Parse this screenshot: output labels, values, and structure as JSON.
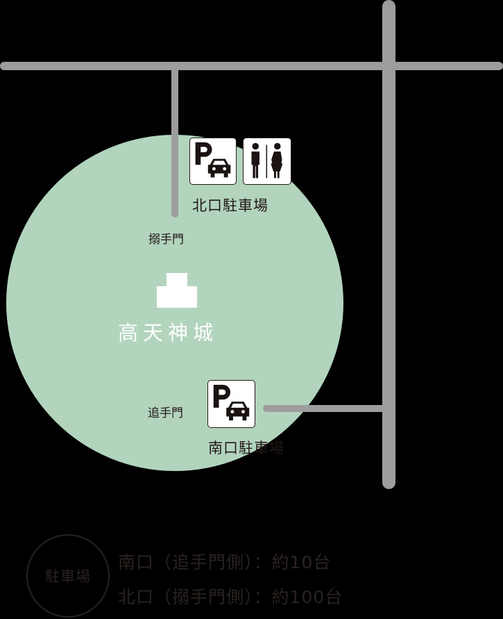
{
  "map": {
    "castle": {
      "name": "高天神城",
      "icon": "castle-icon"
    },
    "gates": {
      "north": "搦手門",
      "south": "追手門"
    },
    "parking": {
      "north": {
        "label": "北口駐車場",
        "icons": [
          "parking-icon",
          "restroom-icon"
        ]
      },
      "south": {
        "label": "南口駐車場",
        "icons": [
          "parking-icon"
        ]
      }
    },
    "colors": {
      "background": "#000000",
      "area": "#b2d4bd",
      "road": "#9d9d9d",
      "text": "#231815",
      "castle": "#ffffff"
    }
  },
  "legend": {
    "badge": "駐車場",
    "lines": [
      "南口（追手門側）：約10台",
      "北口（搦手門側）：約100台"
    ]
  }
}
